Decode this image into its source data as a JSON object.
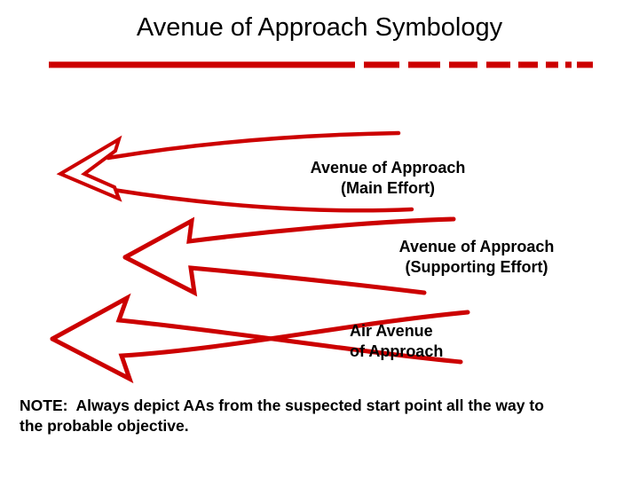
{
  "slide": {
    "title": "Avenue of Approach Symbology",
    "colors": {
      "accent_red": "#cc0000",
      "text": "#000000",
      "background": "#ffffff"
    },
    "divider": {
      "description": "horizontal red rule, solid on left fading to dashes on right",
      "color": "#cc0000"
    },
    "symbols": [
      {
        "symbol": "open-double-line-arrowhead-with-curved-shaft",
        "label_line1": "Avenue of Approach",
        "label_line2": "(Main Effort)"
      },
      {
        "symbol": "open-arrowhead-with-curved-shaft",
        "label_line1": "Avenue of Approach",
        "label_line2": "(Supporting Effort)"
      },
      {
        "symbol": "open-arrowhead-with-crossed-twisted-shaft",
        "label_line1": "Air Avenue",
        "label_line2": "of Approach"
      }
    ],
    "note": "NOTE:  Always depict AAs from the suspected start point all the way to the probable objective."
  }
}
